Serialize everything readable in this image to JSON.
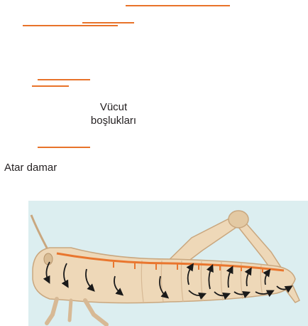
{
  "colors": {
    "leader_line": "#e8732a",
    "panel_background": "#dceef0",
    "body_fill": "#eed8b8",
    "body_stroke": "#c9a77f",
    "heart_vessel": "#e9762e",
    "arrow": "#1a1a1a"
  },
  "labels": {
    "body_cavities_line1": "Vücut",
    "body_cavities_line2": "boşlukları",
    "dorsal_vessel": "Atar damar"
  },
  "figure": {
    "subject": "grasshopper-circulatory-system",
    "arrow_icon": "flow-arrow-icon"
  }
}
